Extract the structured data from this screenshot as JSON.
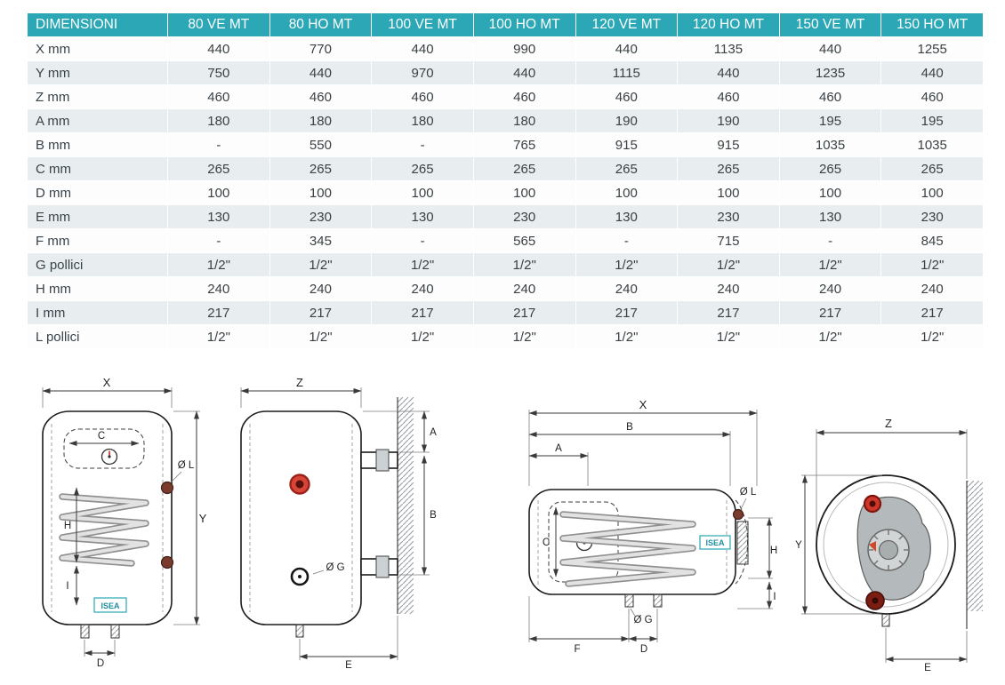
{
  "colors": {
    "header_teal": "#2ba7b6",
    "row_alt": "#e8edef",
    "connection_brown": "#7a3a2c",
    "indicator_red": "#cd372b"
  },
  "table": {
    "header": [
      "DIMENSIONI",
      "80 VE MT",
      "80 HO MT",
      "100 VE MT",
      "100 HO MT",
      "120 VE MT",
      "120 HO MT",
      "150 VE MT",
      "150 HO MT"
    ],
    "rows": [
      {
        "label": "X mm",
        "values": [
          "440",
          "770",
          "440",
          "990",
          "440",
          "1135",
          "440",
          "1255"
        ]
      },
      {
        "label": "Y mm",
        "values": [
          "750",
          "440",
          "970",
          "440",
          "1115",
          "440",
          "1235",
          "440"
        ]
      },
      {
        "label": "Z mm",
        "values": [
          "460",
          "460",
          "460",
          "460",
          "460",
          "460",
          "460",
          "460"
        ]
      },
      {
        "label": "A mm",
        "values": [
          "180",
          "180",
          "180",
          "180",
          "190",
          "190",
          "195",
          "195"
        ]
      },
      {
        "label": "B mm",
        "values": [
          "-",
          "550",
          "-",
          "765",
          "915",
          "915",
          "1035",
          "1035"
        ]
      },
      {
        "label": "C mm",
        "values": [
          "265",
          "265",
          "265",
          "265",
          "265",
          "265",
          "265",
          "265"
        ]
      },
      {
        "label": "D mm",
        "values": [
          "100",
          "100",
          "100",
          "100",
          "100",
          "100",
          "100",
          "100"
        ]
      },
      {
        "label": "E mm",
        "values": [
          "130",
          "230",
          "130",
          "230",
          "130",
          "230",
          "130",
          "230"
        ]
      },
      {
        "label": "F mm",
        "values": [
          "-",
          "345",
          "-",
          "565",
          "-",
          "715",
          "-",
          "845"
        ]
      },
      {
        "label": "G pollici",
        "values": [
          "1/2\"",
          "1/2\"",
          "1/2\"",
          "1/2\"",
          "1/2\"",
          "1/2\"",
          "1/2\"",
          "1/2\""
        ]
      },
      {
        "label": "H mm",
        "values": [
          "240",
          "240",
          "240",
          "240",
          "240",
          "240",
          "240",
          "240"
        ]
      },
      {
        "label": "I mm",
        "values": [
          "217",
          "217",
          "217",
          "217",
          "217",
          "217",
          "217",
          "217"
        ]
      },
      {
        "label": "L pollici",
        "values": [
          "1/2\"",
          "1/2\"",
          "1/2\"",
          "1/2\"",
          "1/2\"",
          "1/2\"",
          "1/2\"",
          "1/2\""
        ]
      }
    ]
  },
  "diagrams": {
    "vertical_front": {
      "labels": {
        "x": "X",
        "c": "C",
        "ol": "Ø L",
        "y": "Y",
        "h": "H",
        "i": "I",
        "d": "D"
      },
      "logo": "ISEA"
    },
    "vertical_side": {
      "labels": {
        "z": "Z",
        "a": "A",
        "b": "B",
        "og": "Ø G",
        "e": "E"
      }
    },
    "horizontal_front": {
      "labels": {
        "x": "X",
        "b": "B",
        "a": "A",
        "c": "C",
        "ol": "Ø L",
        "h": "H",
        "i": "I",
        "og": "Ø G",
        "f": "F",
        "d": "D"
      },
      "logo": "ISEA"
    },
    "horizontal_end": {
      "labels": {
        "z": "Z",
        "y": "Y",
        "e": "E"
      }
    }
  }
}
